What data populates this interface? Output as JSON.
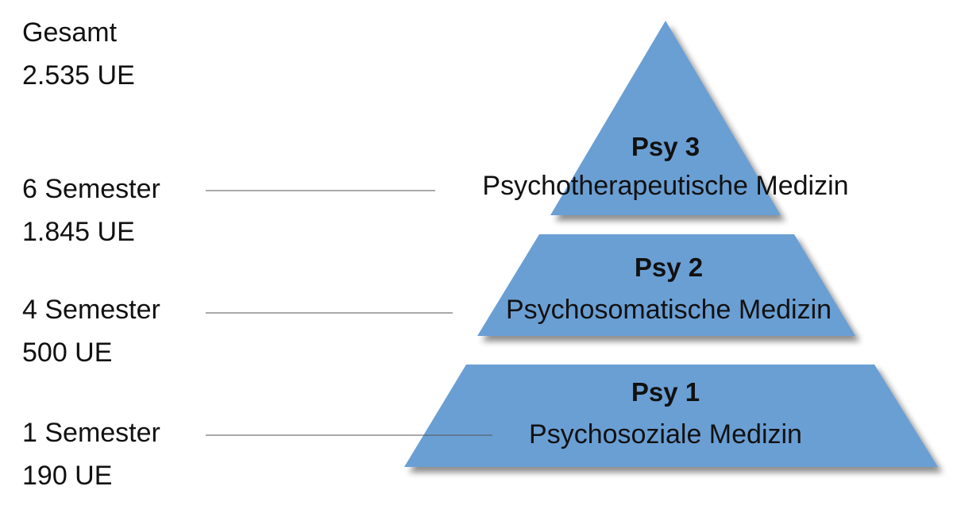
{
  "total": {
    "label": "Gesamt",
    "value": "2.535 UE"
  },
  "levels": [
    {
      "id": "psy3",
      "title": "Psy 3",
      "subtitle": "Psychotherapeutische Medizin",
      "duration": "6 Semester",
      "hours": "1.845 UE"
    },
    {
      "id": "psy2",
      "title": "Psy 2",
      "subtitle": "Psychosomatische Medizin",
      "duration": "4 Semester",
      "hours": "500 UE"
    },
    {
      "id": "psy1",
      "title": "Psy 1",
      "subtitle": "Psychosoziale Medizin",
      "duration": "1 Semester",
      "hours": "190 UE"
    }
  ],
  "colors": {
    "tier_fill": "#6a9fd4",
    "shadow": "#9a9a9a",
    "connector": "#555555"
  }
}
